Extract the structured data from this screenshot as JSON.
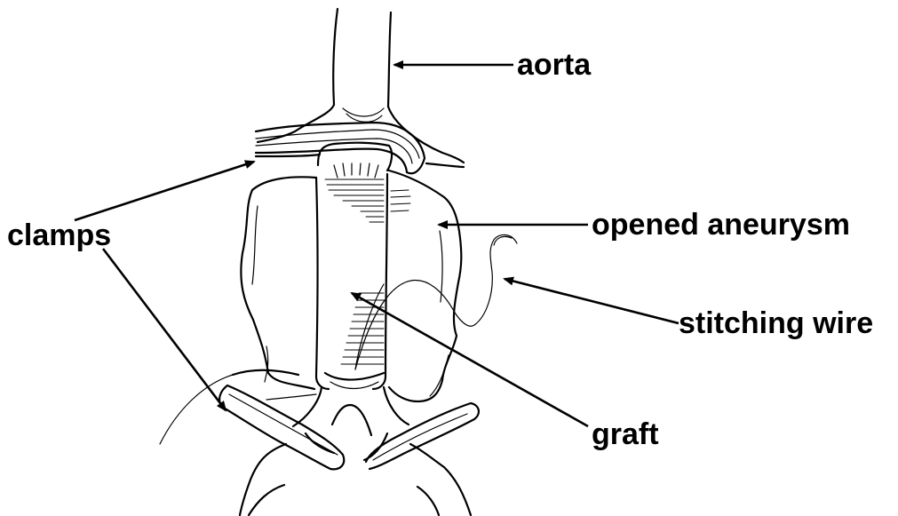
{
  "labels": {
    "aorta": "aorta",
    "clamps": "clamps",
    "opened_aneurysm": "opened aneurysm",
    "stitching_wire": "stitching wire",
    "graft": "graft"
  }
}
